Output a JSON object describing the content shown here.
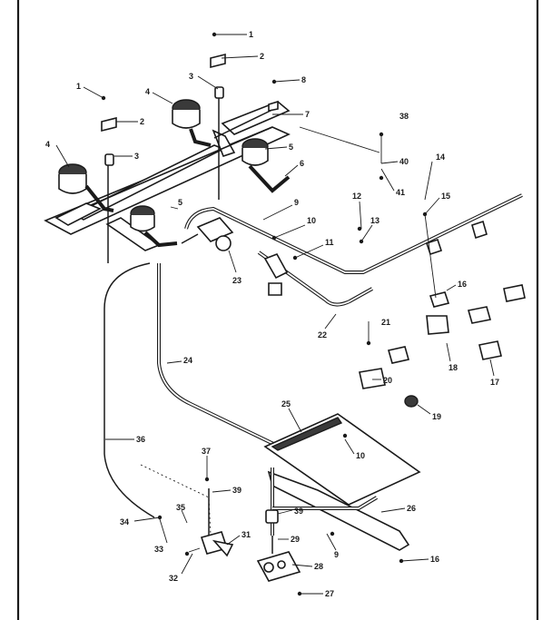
{
  "diagram": {
    "callouts": [
      {
        "id": "c1a",
        "text": "1"
      },
      {
        "id": "c2a",
        "text": "2"
      },
      {
        "id": "c3a",
        "text": "3"
      },
      {
        "id": "c8a",
        "text": "8"
      },
      {
        "id": "c1b",
        "text": "1"
      },
      {
        "id": "c4a",
        "text": "4"
      },
      {
        "id": "c7",
        "text": "7"
      },
      {
        "id": "c2b",
        "text": "2"
      },
      {
        "id": "c3b",
        "text": "3"
      },
      {
        "id": "c5a",
        "text": "5"
      },
      {
        "id": "c4b",
        "text": "4"
      },
      {
        "id": "c6",
        "text": "6"
      },
      {
        "id": "c38",
        "text": "38"
      },
      {
        "id": "c40",
        "text": "40"
      },
      {
        "id": "c41",
        "text": "41"
      },
      {
        "id": "c14",
        "text": "14"
      },
      {
        "id": "c15",
        "text": "15"
      },
      {
        "id": "c5b",
        "text": "5"
      },
      {
        "id": "c9a",
        "text": "9"
      },
      {
        "id": "c12",
        "text": "12"
      },
      {
        "id": "c13",
        "text": "13"
      },
      {
        "id": "c10a",
        "text": "10"
      },
      {
        "id": "c11",
        "text": "11"
      },
      {
        "id": "c23",
        "text": "23"
      },
      {
        "id": "c16a",
        "text": "16"
      },
      {
        "id": "c22",
        "text": "22"
      },
      {
        "id": "c21",
        "text": "21"
      },
      {
        "id": "c18",
        "text": "18"
      },
      {
        "id": "c17",
        "text": "17"
      },
      {
        "id": "c24",
        "text": "24"
      },
      {
        "id": "c20",
        "text": "20"
      },
      {
        "id": "c19",
        "text": "19"
      },
      {
        "id": "c25",
        "text": "25"
      },
      {
        "id": "c36",
        "text": "36"
      },
      {
        "id": "c10b",
        "text": "10"
      },
      {
        "id": "c37",
        "text": "37"
      },
      {
        "id": "c39a",
        "text": "39"
      },
      {
        "id": "c26",
        "text": "26"
      },
      {
        "id": "c35",
        "text": "35"
      },
      {
        "id": "c34",
        "text": "34"
      },
      {
        "id": "c39b",
        "text": "39"
      },
      {
        "id": "c31",
        "text": "31"
      },
      {
        "id": "c29",
        "text": "29"
      },
      {
        "id": "c9b",
        "text": "9"
      },
      {
        "id": "c33",
        "text": "33"
      },
      {
        "id": "c32",
        "text": "32"
      },
      {
        "id": "c28",
        "text": "28"
      },
      {
        "id": "c16b",
        "text": "16"
      },
      {
        "id": "c27",
        "text": "27"
      }
    ]
  }
}
